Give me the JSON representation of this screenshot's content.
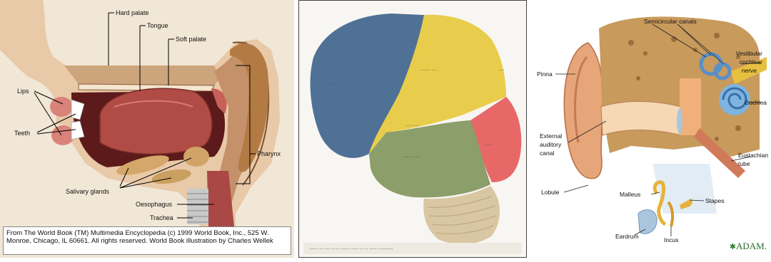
{
  "panel_mouth": {
    "labels": {
      "hard_palate": "Hard palate",
      "tongue": "Tongue",
      "soft_palate": "Soft palate",
      "lips": "Lips",
      "teeth": "Teeth",
      "pharynx": "Pharynx",
      "salivary_glands": "Salivary glands",
      "oesophagus": "Oesophagus",
      "trachea": "Trachea"
    },
    "caption": "From The World Book (TM) Multimedia Encyclopedia (c) 1999 World Book, Inc., 525 W. Monroe, Chicago, IL 60661.  All rights reserved.   World Book illustration by Charles Wellek"
  },
  "panel_brain": {
    "colors": {
      "frontal": "#4f7196",
      "parietal": "#e8cd4c",
      "occipital": "#e86868",
      "temporal": "#8c9e6a",
      "cerebellum": "#d9c6a2",
      "central": "#e0c640"
    }
  },
  "panel_ear": {
    "labels": {
      "semicircular_canals": "Semicircular canals",
      "vestibular_nerve_line1": "Vestibular",
      "vestibular_nerve_line2": "cochlear",
      "vestibular_nerve_line3": "nerve",
      "pinna": "Pinna",
      "cochlea": "Cochlea",
      "external_canal_line1": "External",
      "external_canal_line2": "auditory",
      "external_canal_line3": "canal",
      "eustachian_line1": "Eustachian",
      "eustachian_line2": "tube",
      "lobule": "Lobule",
      "malleus": "Malleus",
      "stapes": "Stapes",
      "eardrum": "Eardrum",
      "incus": "Incus"
    },
    "logo": "ADAM."
  }
}
